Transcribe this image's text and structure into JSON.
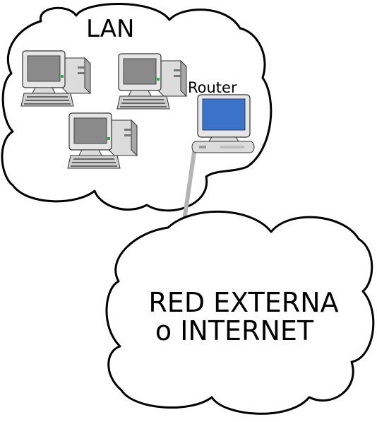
{
  "lan": {
    "label": "LAN"
  },
  "router": {
    "label": "Router"
  },
  "external": {
    "line1": "RED EXTERNA",
    "line2": "o INTERNET"
  },
  "colors": {
    "outline": "#000000",
    "link": "#b4b4b4",
    "router_screen": "#3b73c8",
    "pc_screen": "#8a8a8a"
  }
}
